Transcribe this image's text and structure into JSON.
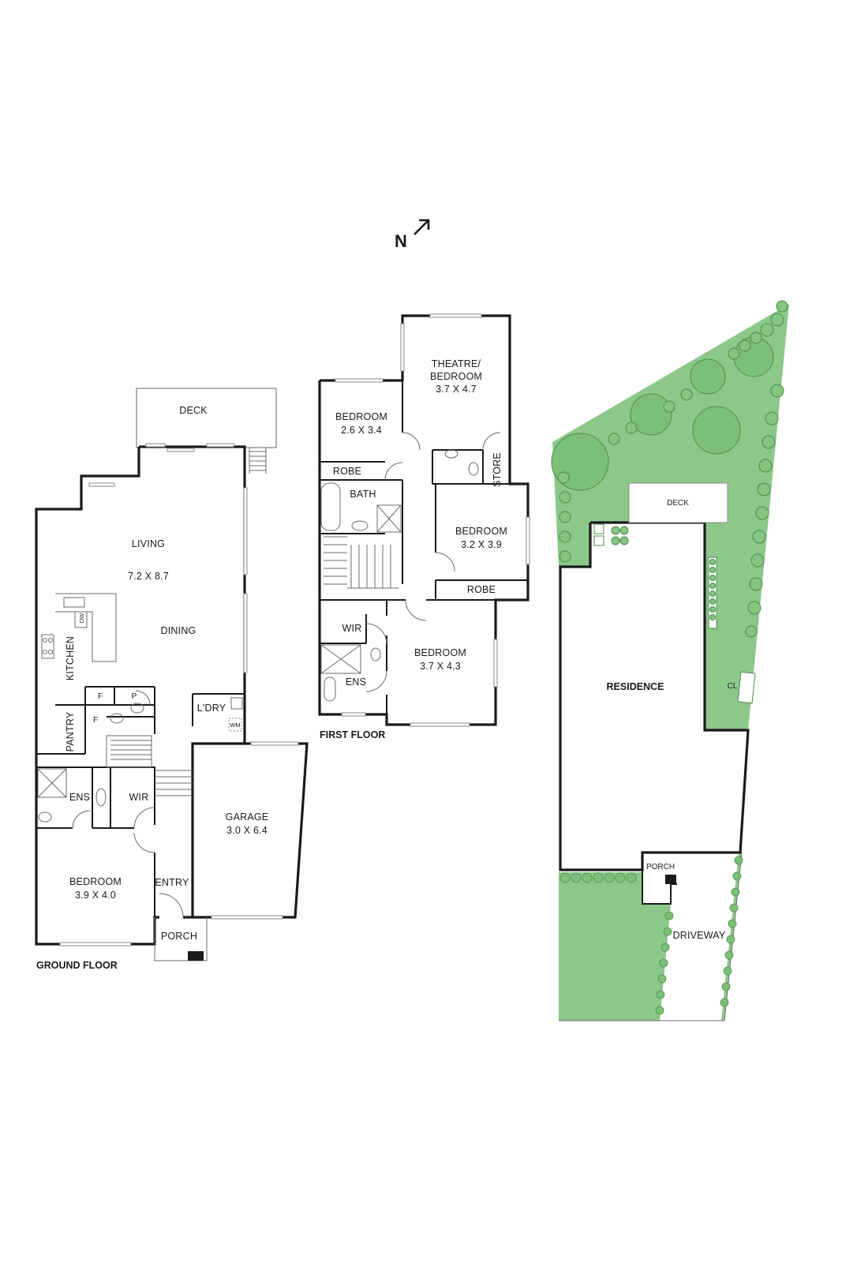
{
  "north_label": "N",
  "ground_floor": {
    "title": "GROUND FLOOR",
    "deck": "DECK",
    "living": "LIVING",
    "living_size": "7.2 X 8.7",
    "dining": "DINING",
    "kitchen": "KITCHEN",
    "dw": "DW",
    "pantry": "PANTRY",
    "fridge_1": "F",
    "fridge_2": "F",
    "pantry_cupboard": "P",
    "laundry": "L'DRY",
    "wm": "WM",
    "ens": "ENS",
    "wir": "WIR",
    "bedroom": "BEDROOM",
    "bedroom_size": "3.9 X 4.0",
    "entry": "ENTRY",
    "porch": "PORCH",
    "garage": "GARAGE",
    "garage_size": "3.0 X 6.4"
  },
  "first_floor": {
    "title": "FIRST FLOOR",
    "theatre": "THEATRE/",
    "theatre_2": "BEDROOM",
    "theatre_size": "3.7 X 4.7",
    "bed1": "BEDROOM",
    "bed1_size": "2.6 X 3.4",
    "robe1": "ROBE",
    "bath": "BATH",
    "store": "STORE",
    "bed2": "BEDROOM",
    "bed2_size": "3.2 X 3.9",
    "robe2": "ROBE",
    "wir": "WIR",
    "ens": "ENS",
    "bed3": "BEDROOM",
    "bed3_size": "3.7 X 4.3"
  },
  "site": {
    "deck": "DECK",
    "residence": "RESIDENCE",
    "cl": "CL",
    "porch": "PORCH",
    "driveway": "DRIVEWAY"
  }
}
